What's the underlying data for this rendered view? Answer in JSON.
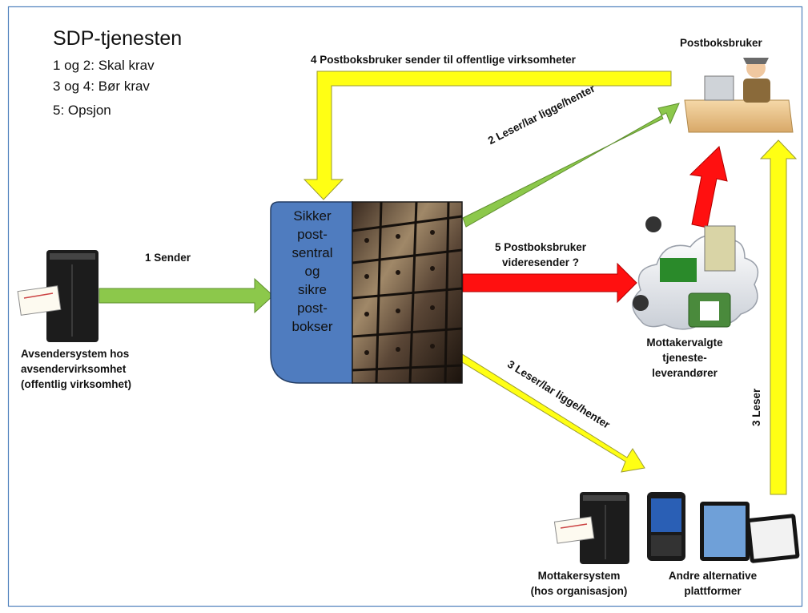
{
  "title": "SDP-tjenesten",
  "legend": [
    "1 og 2: Skal krav",
    "3 og 4: Bør krav",
    "5: Opsjon"
  ],
  "central": [
    "Sikker",
    "post-",
    "sentral",
    "og",
    "sikre",
    "post-",
    "bokser"
  ],
  "arrows": {
    "a1": "1 Sender",
    "a2": "2 Leser/lar ligge/henter",
    "a3": "3 Leser/lar ligge/henter",
    "a3b": "3 Leser",
    "a4": "4 Postboksbruker sender til offentlige virksomheter",
    "a5": [
      "5 Postboksbruker",
      "videresender ?"
    ]
  },
  "nodes": {
    "postboksbruker": "Postboksbruker",
    "sender": [
      "Avsendersystem hos",
      "avsendervirksomhet",
      "(offentlig virksomhet)"
    ],
    "providers": [
      "Mottakervalgte",
      "tjeneste-",
      "leverandører"
    ],
    "receiver": [
      "Mottakersystem",
      "(hos organisasjon)"
    ],
    "platforms": [
      "Andre alternative",
      "plattformer"
    ]
  },
  "colors": {
    "green": "#8cc84b",
    "yellow": "#ffff14",
    "red": "#ff1010",
    "blue": "#4f7cbf",
    "frame": "#4f81bd"
  }
}
